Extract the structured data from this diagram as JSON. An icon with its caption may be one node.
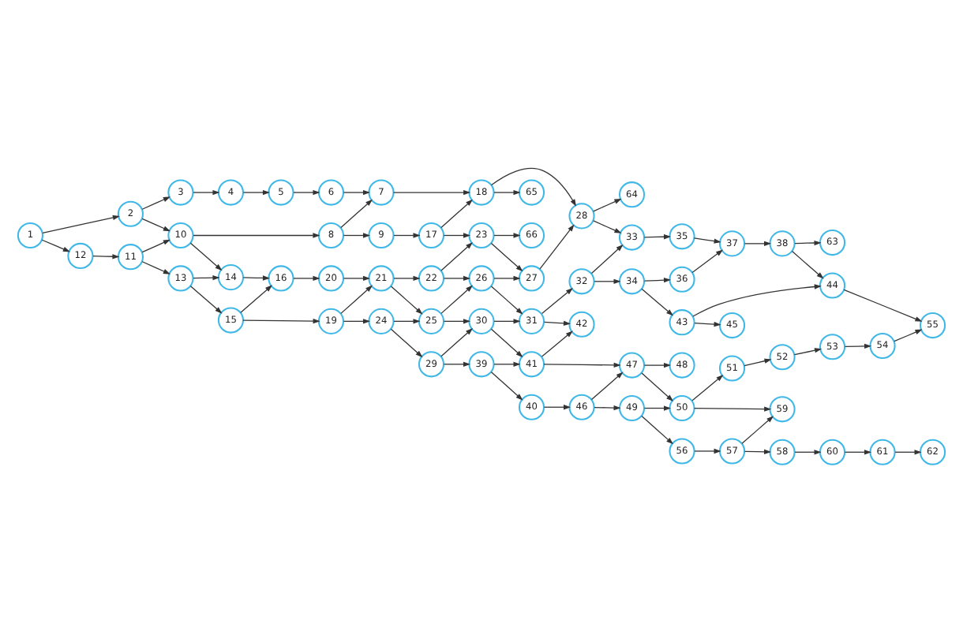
{
  "diagram": {
    "nodes": [
      {
        "text": [
          "1"
        ]
      },
      {
        "text": [
          "2"
        ]
      },
      {
        "text": [
          "3"
        ]
      },
      {
        "text": [
          "4"
        ]
      },
      {
        "text": [
          "5"
        ]
      },
      {
        "text": [
          "6"
        ]
      },
      {
        "text": [
          "7"
        ]
      },
      {
        "text": [
          "8"
        ]
      },
      {
        "text": [
          "9"
        ]
      },
      {
        "text": [
          "10"
        ]
      },
      {
        "text": [
          "11"
        ]
      },
      {
        "text": [
          "12"
        ]
      },
      {
        "text": [
          "13"
        ]
      },
      {
        "text": [
          "14"
        ]
      },
      {
        "text": [
          "15"
        ]
      },
      {
        "text": [
          "16"
        ]
      },
      {
        "text": [
          "17"
        ]
      },
      {
        "text": [
          "18"
        ]
      },
      {
        "text": [
          "19"
        ]
      },
      {
        "text": [
          "20"
        ]
      },
      {
        "text": [
          "21"
        ]
      },
      {
        "text": [
          "22"
        ]
      },
      {
        "text": [
          "23"
        ]
      },
      {
        "text": [
          "24"
        ]
      },
      {
        "text": [
          "25"
        ]
      },
      {
        "text": [
          "26"
        ]
      },
      {
        "text": [
          "27"
        ]
      },
      {
        "text": [
          "28"
        ]
      },
      {
        "text": [
          "29"
        ]
      },
      {
        "text": [
          "30"
        ]
      },
      {
        "text": [
          "31"
        ]
      },
      {
        "text": [
          "32"
        ]
      },
      {
        "text": [
          "33"
        ]
      },
      {
        "text": [
          "34"
        ]
      },
      {
        "text": [
          "35"
        ]
      },
      {
        "text": [
          "36"
        ]
      },
      {
        "text": [
          "37"
        ]
      },
      {
        "text": [
          "38"
        ]
      },
      {
        "text": [
          "39"
        ]
      },
      {
        "text": [
          "40"
        ]
      },
      {
        "text": [
          "41"
        ]
      },
      {
        "text": [
          "42"
        ]
      },
      {
        "text": [
          "43"
        ]
      },
      {
        "text": [
          "44"
        ]
      },
      {
        "text": [
          "45"
        ]
      },
      {
        "text": [
          "46"
        ]
      },
      {
        "text": [
          "47"
        ]
      },
      {
        "text": [
          "48"
        ]
      },
      {
        "text": [
          "49"
        ]
      },
      {
        "text": [
          "50"
        ]
      },
      {
        "text": [
          "51"
        ]
      },
      {
        "text": [
          "52"
        ]
      },
      {
        "text": [
          "53"
        ]
      },
      {
        "text": [
          "54"
        ]
      },
      {
        "text": [
          "55"
        ]
      },
      {
        "text": [
          "56"
        ]
      },
      {
        "text": [
          "57"
        ]
      },
      {
        "text": [
          "58"
        ]
      },
      {
        "text": [
          "59"
        ]
      },
      {
        "text": [
          "60"
        ]
      },
      {
        "text": [
          "61"
        ]
      },
      {
        "text": [
          "62"
        ]
      },
      {
        "text": [
          "63"
        ]
      },
      {
        "text": [
          "64"
        ]
      },
      {
        "text": [
          "65"
        ]
      },
      {
        "text": [
          "66"
        ]
      }
    ],
    "edges": [
      {
        "from": 0,
        "to": 11,
        "arrow": "to"
      },
      {
        "from": 0,
        "to": 1,
        "arrow": "to"
      },
      {
        "from": 11,
        "to": 10,
        "arrow": "to"
      },
      {
        "from": 10,
        "to": 12,
        "arrow": "to"
      },
      {
        "from": 10,
        "to": 9,
        "arrow": "to"
      },
      {
        "from": 1,
        "to": 9,
        "arrow": "to"
      },
      {
        "from": 1,
        "to": 2,
        "arrow": "to"
      },
      {
        "from": 9,
        "to": 13,
        "arrow": "to"
      },
      {
        "from": 9,
        "to": 7,
        "arrow": "to"
      },
      {
        "from": 12,
        "to": 14,
        "arrow": "to"
      },
      {
        "from": 12,
        "to": 13,
        "arrow": "to"
      },
      {
        "from": 13,
        "to": 15,
        "arrow": "to"
      },
      {
        "from": 14,
        "to": 18,
        "arrow": "to"
      },
      {
        "from": 14,
        "to": 15,
        "arrow": "to"
      },
      {
        "from": 15,
        "to": 19,
        "arrow": "to"
      },
      {
        "from": 19,
        "to": 20,
        "arrow": "to"
      },
      {
        "from": 18,
        "to": 23,
        "arrow": "to"
      },
      {
        "from": 18,
        "to": 20,
        "arrow": "to"
      },
      {
        "from": 23,
        "to": 28,
        "arrow": "to"
      },
      {
        "from": 23,
        "to": 24,
        "arrow": "to"
      },
      {
        "from": 20,
        "to": 24,
        "arrow": "to"
      },
      {
        "from": 20,
        "to": 21,
        "arrow": "to"
      },
      {
        "from": 28,
        "to": 38,
        "arrow": "to"
      },
      {
        "from": 28,
        "to": 29,
        "arrow": "to"
      },
      {
        "from": 24,
        "to": 29,
        "arrow": "to"
      },
      {
        "from": 24,
        "to": 25,
        "arrow": "to"
      },
      {
        "from": 21,
        "to": 25,
        "arrow": "to"
      },
      {
        "from": 21,
        "to": 22,
        "arrow": "to"
      },
      {
        "from": 25,
        "to": 30,
        "arrow": "to"
      },
      {
        "from": 25,
        "to": 26,
        "arrow": "to"
      },
      {
        "from": 29,
        "to": 40,
        "arrow": "to"
      },
      {
        "from": 29,
        "to": 30,
        "arrow": "to"
      },
      {
        "from": 38,
        "to": 39,
        "arrow": "to"
      },
      {
        "from": 38,
        "to": 40,
        "arrow": "to"
      },
      {
        "from": 39,
        "to": 45,
        "arrow": "to"
      },
      {
        "from": 40,
        "to": 46,
        "arrow": "to"
      },
      {
        "from": 40,
        "to": 41,
        "arrow": "to"
      },
      {
        "from": 30,
        "to": 41,
        "arrow": "to"
      },
      {
        "from": 30,
        "to": 31,
        "arrow": "to"
      },
      {
        "from": 45,
        "to": 48,
        "arrow": "to"
      },
      {
        "from": 45,
        "to": 46,
        "arrow": "to"
      },
      {
        "from": 46,
        "to": 49,
        "arrow": "to"
      },
      {
        "from": 46,
        "to": 47,
        "arrow": "to"
      },
      {
        "from": 48,
        "to": 55,
        "arrow": "to"
      },
      {
        "from": 48,
        "to": 49,
        "arrow": "to"
      },
      {
        "from": 55,
        "to": 56,
        "arrow": "to"
      },
      {
        "from": 56,
        "to": 57,
        "arrow": "to"
      },
      {
        "from": 56,
        "to": 58,
        "arrow": "to"
      },
      {
        "from": 49,
        "to": 58,
        "arrow": "to"
      },
      {
        "from": 49,
        "to": 50,
        "arrow": "to"
      },
      {
        "from": 50,
        "to": 51,
        "arrow": "to"
      },
      {
        "from": 51,
        "to": 52,
        "arrow": "to"
      },
      {
        "from": 52,
        "to": 53,
        "arrow": "to"
      },
      {
        "from": 53,
        "to": 54,
        "arrow": "to"
      },
      {
        "from": 57,
        "to": 59,
        "arrow": "to"
      },
      {
        "from": 59,
        "to": 60,
        "arrow": "to"
      },
      {
        "from": 60,
        "to": 61,
        "arrow": "to"
      },
      {
        "from": 2,
        "to": 3,
        "arrow": "to"
      },
      {
        "from": 3,
        "to": 4,
        "arrow": "to"
      },
      {
        "from": 4,
        "to": 5,
        "arrow": "to"
      },
      {
        "from": 5,
        "to": 6,
        "arrow": "to"
      },
      {
        "from": 7,
        "to": 6,
        "arrow": "to"
      },
      {
        "from": 7,
        "to": 8,
        "arrow": "to"
      },
      {
        "from": 8,
        "to": 16,
        "arrow": "to"
      },
      {
        "from": 16,
        "to": 22,
        "arrow": "to"
      },
      {
        "from": 16,
        "to": 17,
        "arrow": "to"
      },
      {
        "from": 6,
        "to": 17,
        "arrow": "to"
      },
      {
        "from": 17,
        "to": 27,
        "arrow": "to"
      },
      {
        "from": 17,
        "to": 64,
        "arrow": "to"
      },
      {
        "from": 22,
        "to": 26,
        "arrow": "to"
      },
      {
        "from": 22,
        "to": 65,
        "arrow": "to"
      },
      {
        "from": 26,
        "to": 27,
        "arrow": "to"
      },
      {
        "from": 27,
        "to": 32,
        "arrow": "to"
      },
      {
        "from": 27,
        "to": 63,
        "arrow": "to"
      },
      {
        "from": 31,
        "to": 32,
        "arrow": "to"
      },
      {
        "from": 31,
        "to": 33,
        "arrow": "to"
      },
      {
        "from": 32,
        "to": 34,
        "arrow": "to"
      },
      {
        "from": 33,
        "to": 35,
        "arrow": "to"
      },
      {
        "from": 34,
        "to": 36,
        "arrow": "to"
      },
      {
        "from": 35,
        "to": 36,
        "arrow": "to"
      },
      {
        "from": 33,
        "to": 42,
        "arrow": "to"
      },
      {
        "from": 42,
        "to": 44,
        "arrow": "to"
      },
      {
        "from": 42,
        "to": 43,
        "arrow": "to"
      },
      {
        "from": 36,
        "to": 37,
        "arrow": "to"
      },
      {
        "from": 37,
        "to": 62,
        "arrow": "to"
      },
      {
        "from": 37,
        "to": 43,
        "arrow": "to"
      },
      {
        "from": 43,
        "to": 54,
        "arrow": "to"
      }
    ]
  }
}
